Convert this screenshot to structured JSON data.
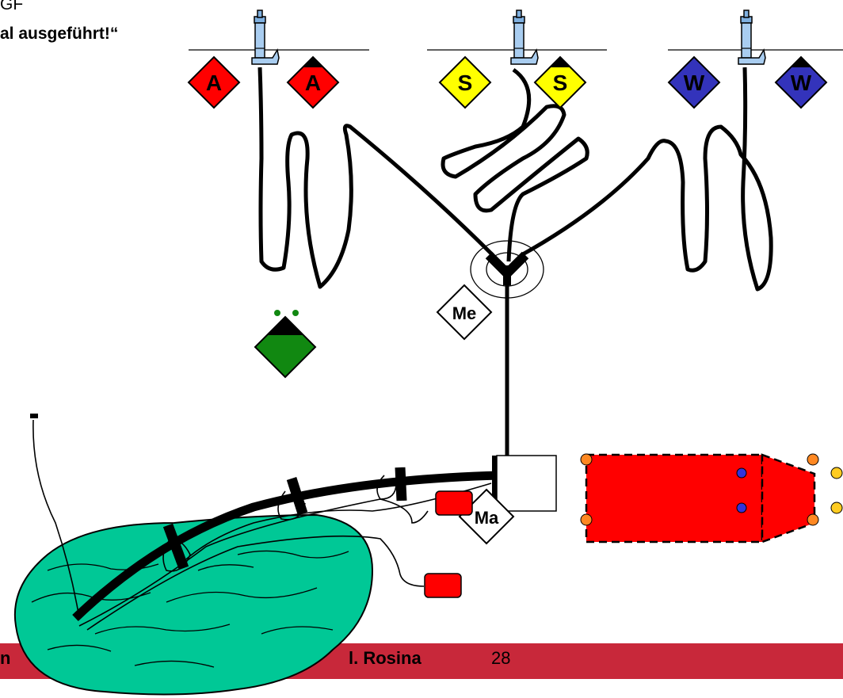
{
  "header": {
    "line1": "GF",
    "line2": "al ausgeführt!“"
  },
  "footer": {
    "left_text": "n",
    "author": "l. Rosina",
    "page_number": "28"
  },
  "signs": {
    "left_pair": [
      "A",
      "A"
    ],
    "middle_pair": [
      "S",
      "S"
    ],
    "right_pair": [
      "W",
      "W"
    ],
    "distributor_label": "Me",
    "engine_label": "Ma"
  },
  "colors": {
    "hose_group_a": "#ff0000",
    "hose_group_s": "#ffff00",
    "hose_group_w": "#3333bb",
    "water_source": "#00c896",
    "vehicle": "#ff0000",
    "footer_bar": "#c8283a",
    "green_sign": "#118811"
  }
}
